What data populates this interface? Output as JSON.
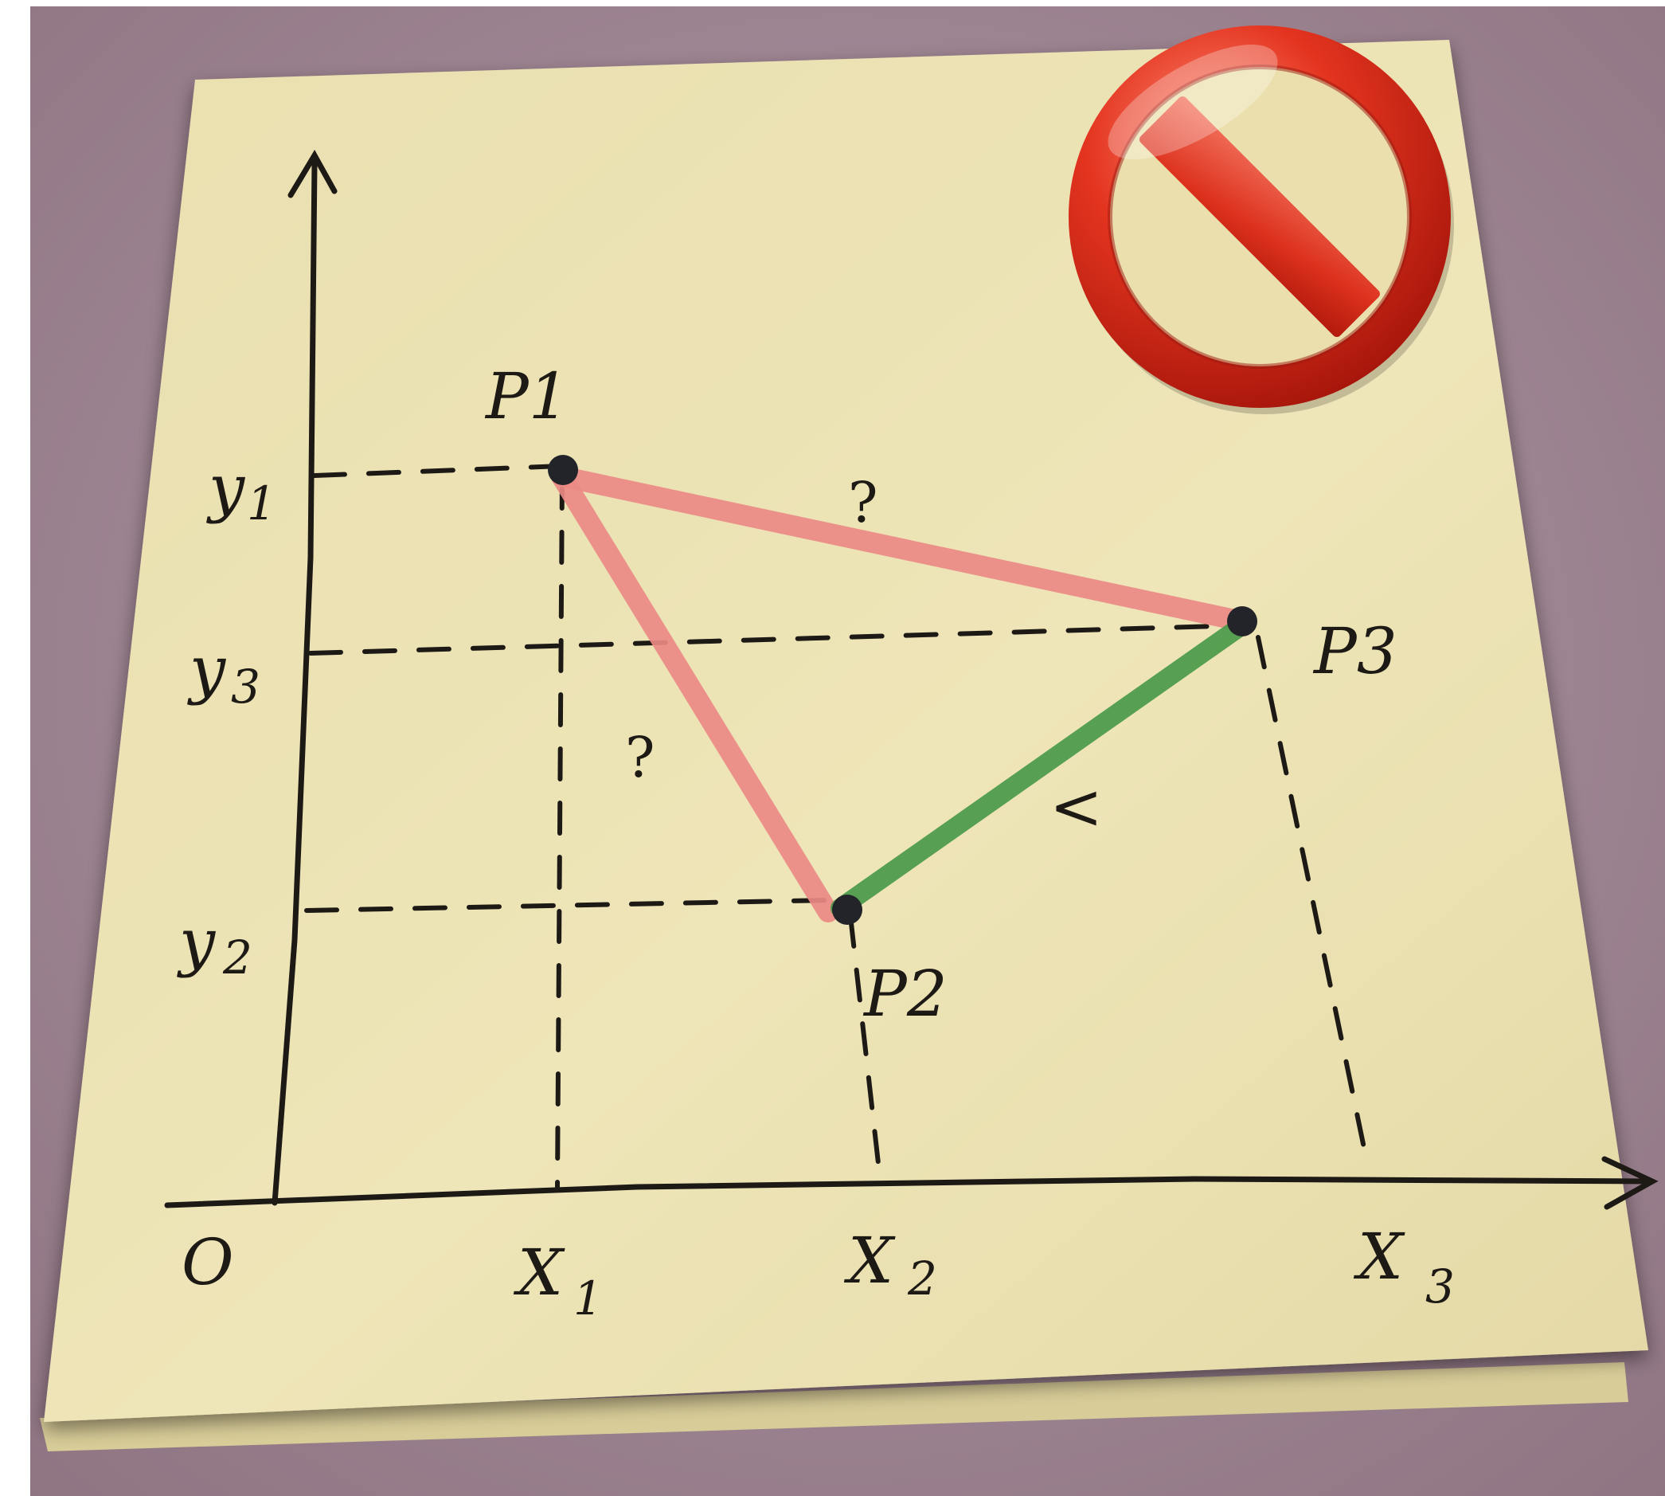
{
  "labels": {
    "origin": "O",
    "x1_main": "X",
    "x1_sub": "1",
    "x2_main": "X",
    "x2_sub": "2",
    "x3_main": "X",
    "x3_sub": "3",
    "y1_main": "y",
    "y1_sub": "1",
    "y2_main": "y",
    "y2_sub": "2",
    "y3_main": "y",
    "y3_sub": "3",
    "p1": "P1",
    "p2": "P2",
    "p3": "P3",
    "question_top": "?",
    "question_left": "?",
    "known_side_mark": "<"
  },
  "colors": {
    "background_cloth": "#a68a98",
    "note_paper": "#ece3b3",
    "ink": "#1d1a16",
    "unknown_edges": "#ec8a85",
    "known_edge": "#4a9a4a",
    "prohibition_sign": "#e0301e"
  },
  "icons": {
    "prohibition": "no-entry-prohibited-icon"
  }
}
